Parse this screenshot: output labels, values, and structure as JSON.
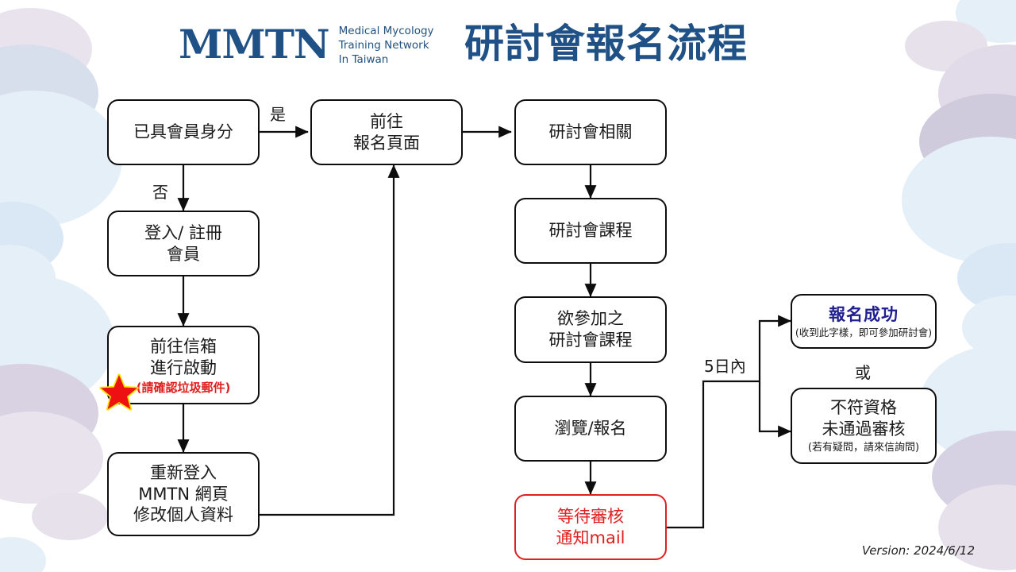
{
  "header": {
    "logo_mark": "MMTN",
    "logo_sub_line1": "Medical Mycology",
    "logo_sub_line2": "Training Network",
    "logo_sub_line3": "In Taiwan",
    "title": "研討會報名流程",
    "brand_color": "#1f5186"
  },
  "footer": {
    "version": "Version: 2024/6/12"
  },
  "colors": {
    "node_border": "#0d0d0d",
    "red": "#e02020",
    "success_blue": "#1f1f8f",
    "title_blue": "#1f5186",
    "deco_blue": "#c8dcf0",
    "deco_lavender": "#d8cde0"
  },
  "flow": {
    "nodes": [
      {
        "id": "member-check",
        "line1": "已具會員身分",
        "line2": ""
      },
      {
        "id": "login-register",
        "line1": "登入/ 註冊",
        "line2": "會員"
      },
      {
        "id": "activate-mail",
        "line1": "前往信箱",
        "line2": "進行啟動",
        "note": "(請確認垃圾郵件)"
      },
      {
        "id": "relogin-edit",
        "line1": "重新登入",
        "line2": "MMTN 網頁",
        "line3": "修改個人資料"
      },
      {
        "id": "signup-page",
        "line1": "前往",
        "line2": "報名頁面"
      },
      {
        "id": "seminar-info",
        "line1": "研討會相關",
        "line2": ""
      },
      {
        "id": "seminar-course",
        "line1": "研討會課程",
        "line2": ""
      },
      {
        "id": "desired-course",
        "line1": "欲參加之",
        "line2": "研討會課程"
      },
      {
        "id": "browse-signup",
        "line1": "瀏覽/報名",
        "line2": ""
      },
      {
        "id": "await-review",
        "line1": "等待審核",
        "line2": "通知mail"
      },
      {
        "id": "success",
        "line1": "報名成功",
        "note": "(收到此字樣，即可參加研討會)"
      },
      {
        "id": "rejected",
        "line1": "不符資格",
        "line2": "未通過審核",
        "note": "(若有疑問，請來信詢問)"
      }
    ],
    "edge_labels": {
      "yes": "是",
      "no": "否",
      "within_5_days": "5日內",
      "or": "或"
    },
    "icons": {
      "star": "red-star-icon"
    }
  }
}
